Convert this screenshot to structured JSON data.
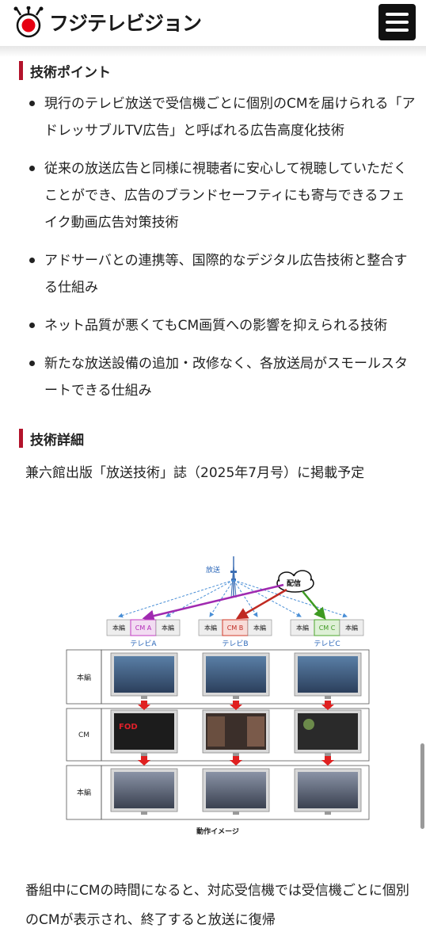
{
  "header": {
    "logo_text": "フジテレビジョン",
    "menu_icon": "hamburger-menu-icon"
  },
  "points": {
    "title": "技術ポイント",
    "items": [
      "現行のテレビ放送で受信機ごとに個別のCMを届けられる「アドレッサブルTV広告」と呼ばれる広告高度化技術",
      "従来の放送広告と同様に視聴者に安心して視聴していただくことができ、広告のブランドセーフティにも寄与できるフェイク動画広告対策技術",
      "アドサーバとの連携等、国際的なデジタル広告技術と整合する仕組み",
      "ネット品質が悪くてもCM画質への影響を抑えられる技術",
      "新たな放送設備の追加・改修なく、各放送局がスモールスタートできる仕組み"
    ]
  },
  "details": {
    "title": "技術詳細",
    "text": "兼六館出版「放送技術」誌（2025年7月号）に掲載予定"
  },
  "diagram": {
    "broadcast_label": "放送",
    "delivery_label": "配信",
    "honpen": "本編",
    "cm": "CM",
    "stations": [
      {
        "cm_label": "CM A",
        "name": "テレビA",
        "color": "#c43cc4"
      },
      {
        "cm_label": "CM B",
        "name": "テレビB",
        "color": "#d23c2c"
      },
      {
        "cm_label": "CM C",
        "name": "テレビC",
        "color": "#4ea82e"
      }
    ],
    "caption": "動作イメージ",
    "cm_screen_text": "FOD"
  },
  "bottom_text": "番組中にCMの時間になると、対応受信機では受信機ごとに個別のCMが表示され、終了すると放送に復帰"
}
